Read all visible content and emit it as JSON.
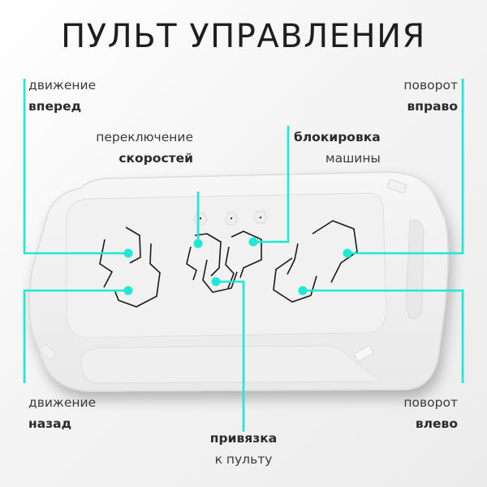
{
  "title": "ПУЛЬТ УПРАВЛЕНИЯ",
  "accent_color": "#1de9d4",
  "labels": {
    "forward": {
      "line1": "движение",
      "line2": "вперед"
    },
    "speed": {
      "line1": "переключение",
      "line2": "скоростей"
    },
    "lock": {
      "line1": "блокировка",
      "line2": "машины"
    },
    "right": {
      "line1": "поворот",
      "line2": "вправо"
    },
    "backward": {
      "line1": "движение",
      "line2": "назад"
    },
    "left": {
      "line1": "поворот",
      "line2": "влево"
    },
    "pairing": {
      "line1": "привязка",
      "line2": "к пульту"
    }
  },
  "device": {
    "name": "remote-control",
    "indicator_leds": 3,
    "buttons": [
      "forward",
      "backward",
      "speed",
      "lock",
      "pairing",
      "right",
      "left"
    ]
  }
}
